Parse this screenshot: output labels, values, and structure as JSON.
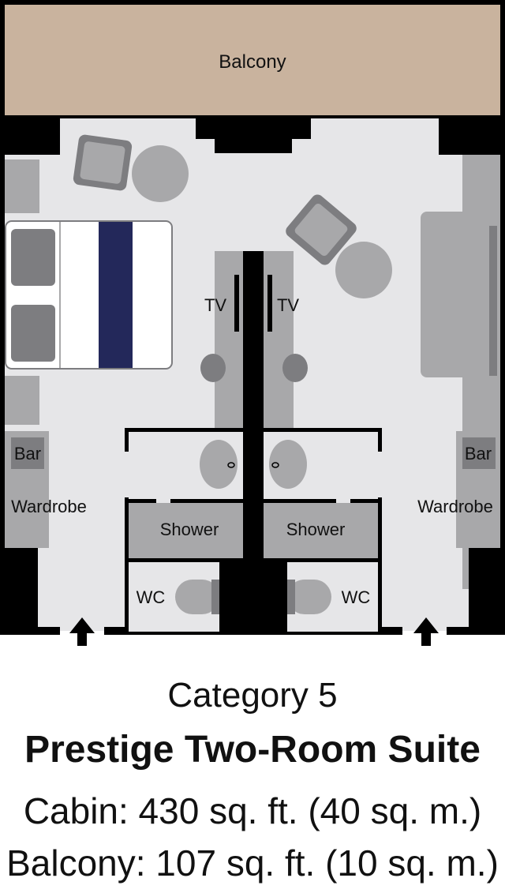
{
  "floorplan": {
    "balcony": "Balcony",
    "tv_left": "TV",
    "tv_right": "TV",
    "bar_left": "Bar",
    "bar_right": "Bar",
    "wardrobe_left": "Wardrobe",
    "wardrobe_right": "Wardrobe",
    "shower_left": "Shower",
    "shower_right": "Shower",
    "wc_left": "WC",
    "wc_right": "WC",
    "colors": {
      "balcony": "#c9b39e",
      "floor": "#e6e6e8",
      "wall": "#000000",
      "furniture": "#a8a8aa",
      "furniture_dark": "#7d7d80",
      "bed_stripe": "#23285a"
    }
  },
  "caption": {
    "category": "Category 5",
    "suite_name": "Prestige Two-Room Suite",
    "cabin_size": "Cabin: 430 sq. ft. (40 sq. m.)",
    "balcony_size": "Balcony: 107 sq. ft. (10 sq. m.)"
  }
}
